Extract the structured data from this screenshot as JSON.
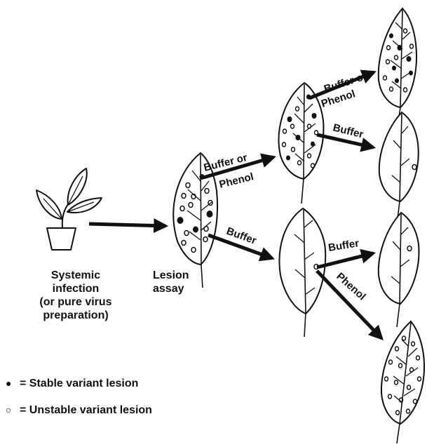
{
  "labels": {
    "systemic_1": "Systemic",
    "systemic_2": "infection",
    "systemic_3": "(or pure virus",
    "systemic_4": "preparation)",
    "lesion_1": "Lesion",
    "lesion_2": "assay"
  },
  "arrow_labels": {
    "l1_top_line1": "Buffer or",
    "l1_top_line2": "Phenol",
    "l1_bottom": "Buffer",
    "l2_top_line1": "Buffer or",
    "l2_top_line2": "Phenol",
    "l2_mid": "Buffer",
    "l3_right": "Buffer",
    "l3_down": "Phenol"
  },
  "legend": {
    "stable_symbol": "●",
    "stable_text": "= Stable variant lesion",
    "unstable_symbol": "○",
    "unstable_text": "= Unstable variant lesion"
  },
  "colors": {
    "ink": "#111111",
    "paper": "#ffffff"
  }
}
